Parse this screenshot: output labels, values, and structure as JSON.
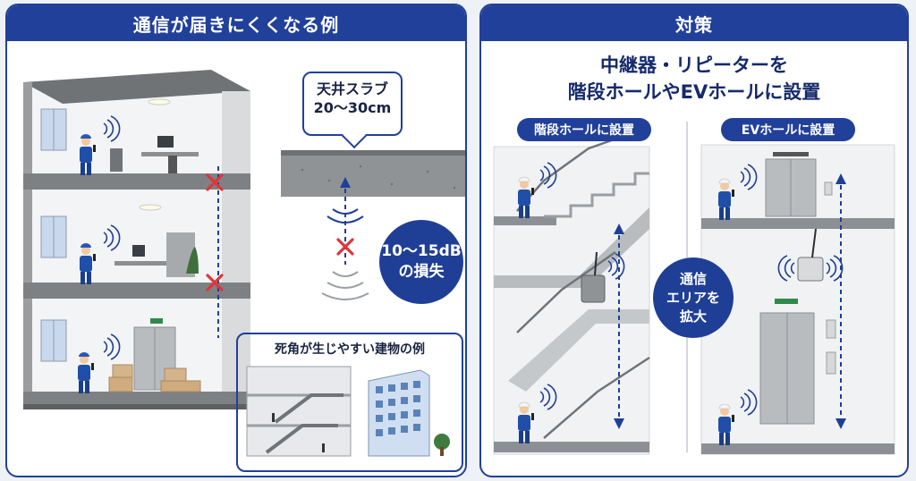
{
  "left_panel": {
    "header": "通信が届きにくくなる例",
    "slab_callout": {
      "line1": "天井スラブ",
      "line2": "20〜30cm"
    },
    "loss_badge": {
      "line1": "10〜15dB",
      "line2": "の損失"
    },
    "examples_title": "死角が生じやすい建物の例"
  },
  "right_panel": {
    "header": "対策",
    "title": {
      "line1": "中継器・リピーターを",
      "line2": "階段ホールやEVホールに設置"
    },
    "stairs_label": "階段ホールに設置",
    "ev_label": "EVホールに設置",
    "coverage_badge": {
      "line1": "通信",
      "line2": "エリアを",
      "line3": "拡大"
    }
  },
  "colors": {
    "brand_blue": "#21409a",
    "worker_blue": "#1f4fa8",
    "block_red": "#e0343a",
    "concrete": "#8f9396"
  }
}
